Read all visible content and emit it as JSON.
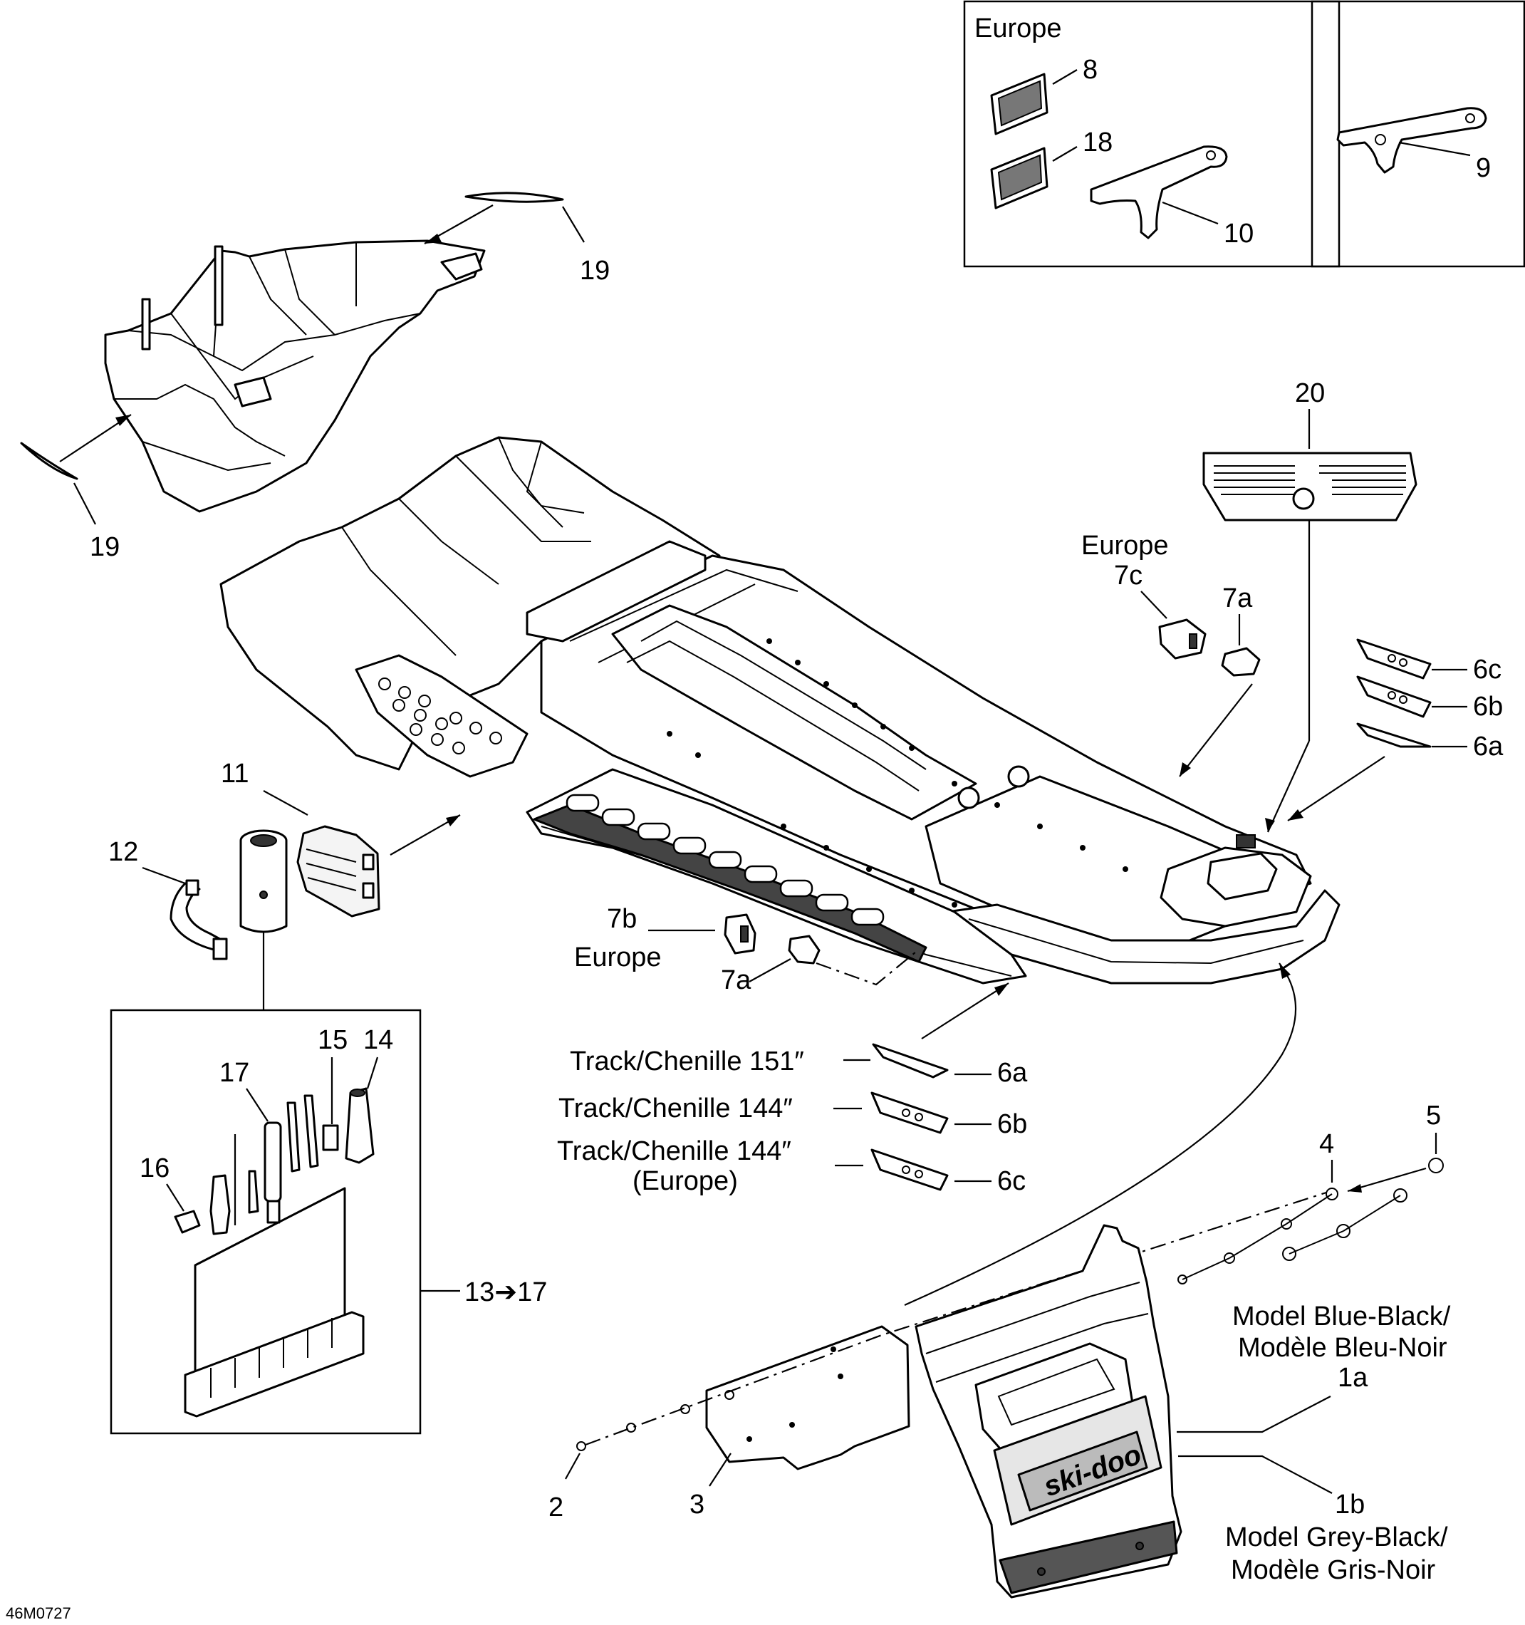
{
  "diagram_code": "46M0727",
  "labels": {
    "europe_box_title": "Europe",
    "p8": "8",
    "p18": "18",
    "p10": "10",
    "p9": "9",
    "p19_top": "19",
    "p19_left": "19",
    "p20": "20",
    "europe_7c": "Europe",
    "p7c": "7c",
    "p7a_top": "7a",
    "p6c_top": "6c",
    "p6b_top": "6b",
    "p6a_top": "6a",
    "p11": "11",
    "p12": "12",
    "p7b": "7b",
    "europe_7b": "Europe",
    "p7a_bottom": "7a",
    "track_151": "Track/Chenille 151″",
    "track_144": "Track/Chenille 144″",
    "track_144_eu_1": "Track/Chenille 144″",
    "track_144_eu_2": "(Europe)",
    "p6a_bottom": "6a",
    "p6b_bottom": "6b",
    "p6c_bottom": "6c",
    "p4": "4",
    "p5": "5",
    "p15": "15",
    "p14": "14",
    "p17": "17",
    "p16": "16",
    "kit_range": "13➔17",
    "model_blue_1": "Model Blue-Black/",
    "model_blue_2": "Modèle Bleu-Noir",
    "p1a": "1a",
    "p2": "2",
    "p3": "3",
    "p1b": "1b",
    "model_grey_1": "Model Grey-Black/",
    "model_grey_2": "Modèle Gris-Noir",
    "flap_logo": "ski-doo"
  }
}
